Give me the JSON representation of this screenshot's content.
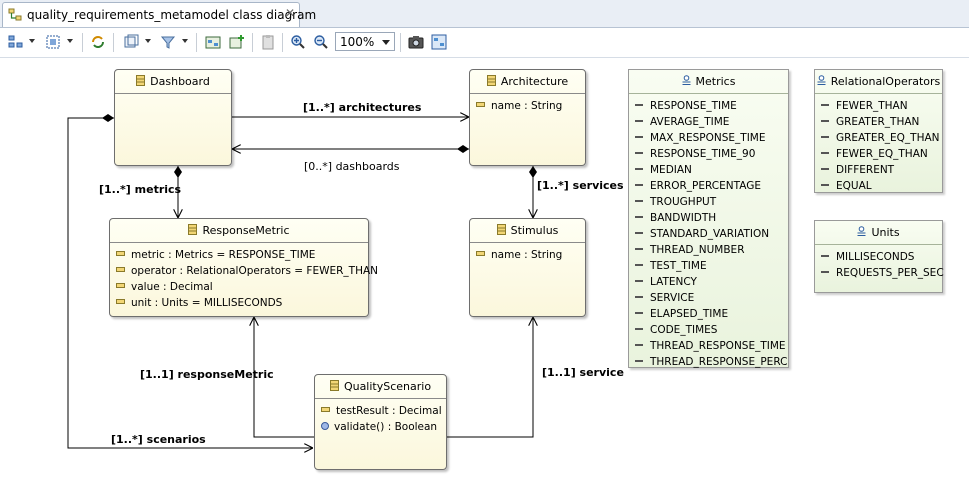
{
  "tab": {
    "title": "quality_requirements_metamodel class diagram"
  },
  "toolbar": {
    "zoom": "100%",
    "icons": [
      "arrange-icon",
      "select-icon",
      "refresh-icon",
      "layer-icon",
      "filter-icon",
      "diagram-icon",
      "new-icon",
      "clipboard-icon",
      "zoom-in-icon",
      "zoom-out-icon",
      "camera-icon",
      "export-icon"
    ]
  },
  "classes": {
    "dashboard": {
      "name": "Dashboard",
      "attrs": []
    },
    "architecture": {
      "name": "Architecture",
      "attrs": [
        "name : String"
      ]
    },
    "response_metric": {
      "name": "ResponseMetric",
      "attrs": [
        "metric : Metrics = RESPONSE_TIME",
        "operator : RelationalOperators = FEWER_THAN",
        "value : Decimal",
        "unit : Units = MILLISECONDS"
      ]
    },
    "stimulus": {
      "name": "Stimulus",
      "attrs": [
        "name : String"
      ]
    },
    "quality_scenario": {
      "name": "QualityScenario",
      "attrs": [
        "testResult : Decimal"
      ],
      "ops": [
        "validate() : Boolean"
      ]
    }
  },
  "enums": {
    "metrics": {
      "name": "Metrics",
      "literals": [
        "RESPONSE_TIME",
        "AVERAGE_TIME",
        "MAX_RESPONSE_TIME",
        "RESPONSE_TIME_90",
        "MEDIAN",
        "ERROR_PERCENTAGE",
        "TROUGHPUT",
        "BANDWIDTH",
        "STANDARD_VARIATION",
        "THREAD_NUMBER",
        "TEST_TIME",
        "LATENCY",
        "SERVICE",
        "ELAPSED_TIME",
        "CODE_TIMES",
        "THREAD_RESPONSE_TIME",
        "THREAD_RESPONSE_PERC"
      ]
    },
    "relational_operators": {
      "name": "RelationalOperators",
      "literals": [
        "FEWER_THAN",
        "GREATER_THAN",
        "GREATER_EQ_THAN",
        "FEWER_EQ_THAN",
        "DIFFERENT",
        "EQUAL"
      ]
    },
    "units": {
      "name": "Units",
      "literals": [
        "MILLISECONDS",
        "REQUESTS_PER_SEC"
      ]
    }
  },
  "edges": {
    "architectures": "[1..*] architectures",
    "dashboards": "[0..*] dashboards",
    "metrics": "[1..*] metrics",
    "services": "[1..*] services",
    "response_metric": "[1..1] responseMetric",
    "service": "[1..1] service",
    "scenarios": "[1..*] scenarios"
  }
}
